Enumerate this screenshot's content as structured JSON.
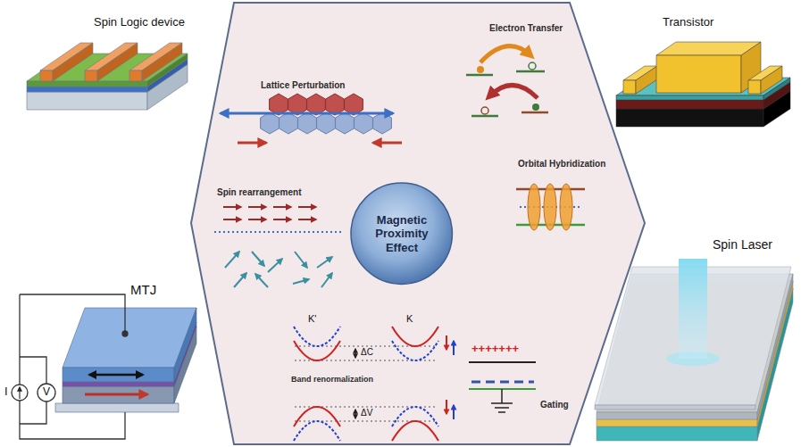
{
  "diagram": {
    "nodes": [
      {
        "text": [
          "Magnetic Proximity Effect"
        ]
      }
    ],
    "labels": [
      "Spin Logic device",
      "Transistor",
      "MTJ",
      "Spin Laser",
      "Lattice Perturbation",
      "Electron Transfer",
      "Spin rearrangement",
      "Orbital Hybridization",
      "Band renormalization",
      "Gating",
      "K'",
      "K",
      "ΔC",
      "ΔV",
      "+++++++",
      "I",
      "V"
    ]
  }
}
